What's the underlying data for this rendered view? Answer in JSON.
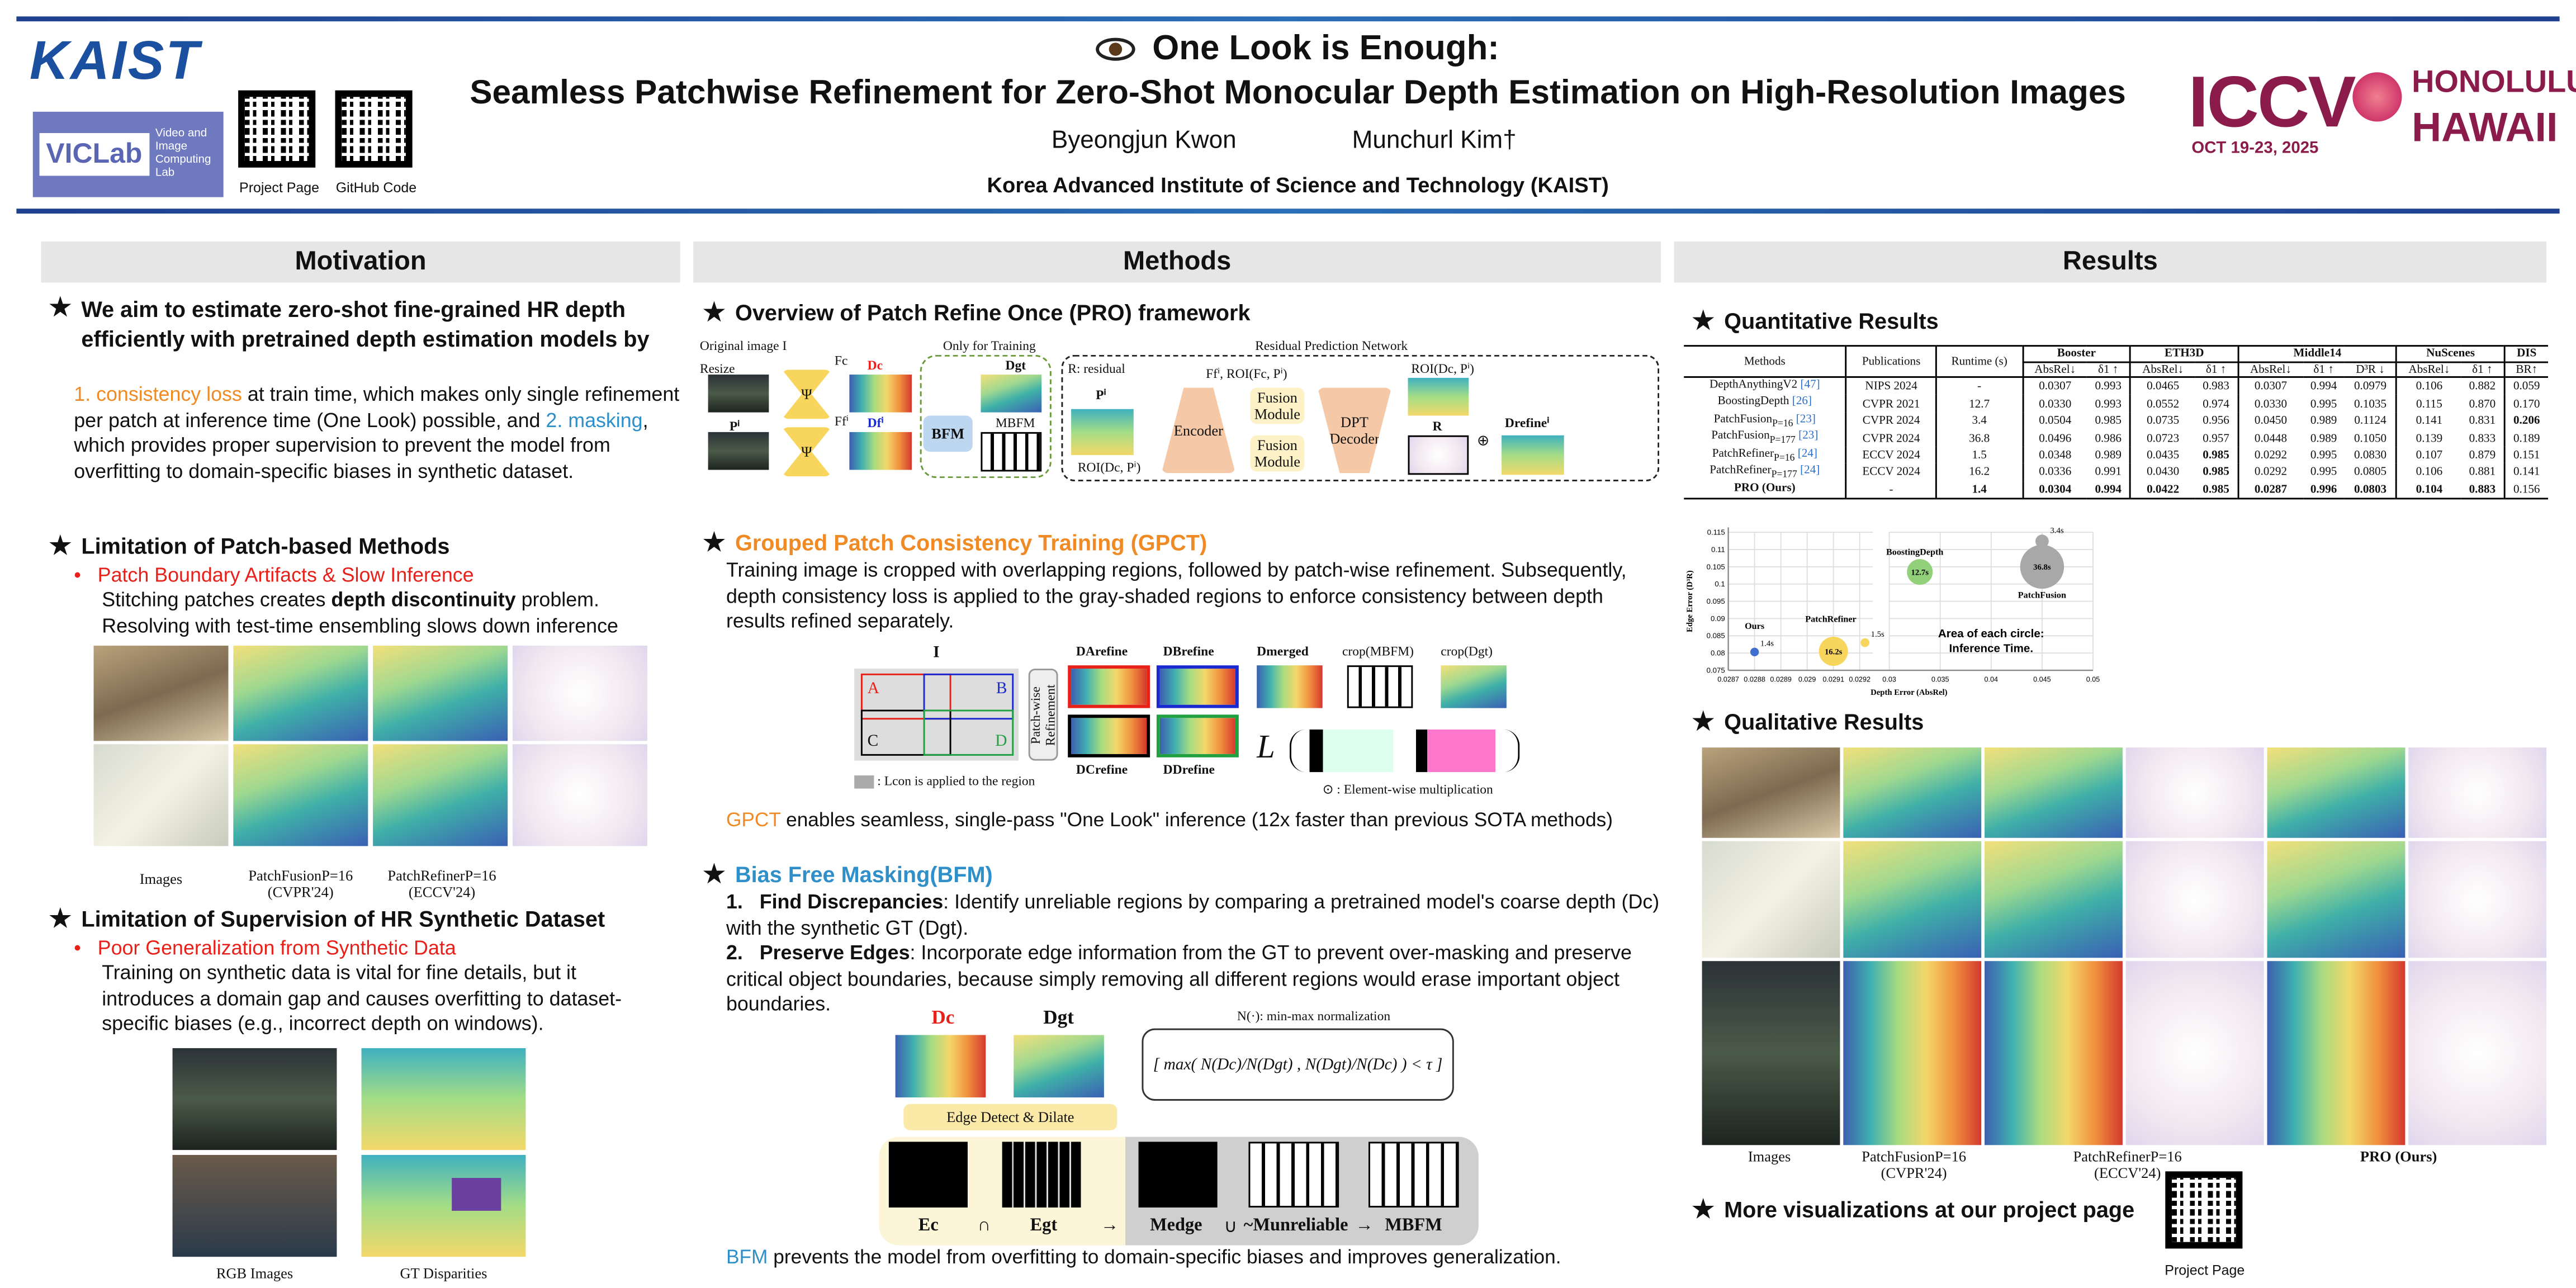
{
  "header": {
    "kaist_logo": "KAIST",
    "viclab_logo": "VICLab",
    "viclab_sub": "Video and Image Computing Lab",
    "qr_project_label": "Project Page",
    "qr_github_label": "GitHub Code",
    "title_line1": "One Look is Enough:",
    "title_line2": "Seamless Patchwise Refinement for Zero-Shot Monocular Depth Estimation on High-Resolution Images",
    "authors": [
      "Byeongjun Kwon",
      "Munchurl Kim†"
    ],
    "affiliation": "Korea Advanced Institute of Science and Technology (KAIST)",
    "conf_logo": "ICCV",
    "conf_dates": "OCT 19-23, 2025",
    "conf_place1": "HONOLULU",
    "conf_place2": "HAWAII",
    "title_icon": "eye-icon"
  },
  "colors": {
    "accent_blue": "#1f3f8f",
    "orange": "#f08a24",
    "red": "#e8201a",
    "cyan": "#2f8fc8",
    "iccv": "#8a1b4a"
  },
  "motivation": {
    "title": "Motivation",
    "intro": "We aim to estimate zero-shot fine-grained HR depth efficiently with pretrained depth estimation models by",
    "point1_key": "1. consistency loss",
    "point1_rest": " at train time, which makes only single refinement per patch at inference time (One Look) possible, and ",
    "point2_key": "2. masking",
    "point2_rest": ", which provides proper supervision to prevent the model from overfitting to domain-specific biases in synthetic dataset.",
    "lim1_title": "Limitation of Patch-based Methods",
    "lim1_bullet": "Patch Boundary Artifacts & Slow Inference",
    "lim1_text_a": "Stitching patches creates ",
    "lim1_text_bold": "depth discontinuity",
    "lim1_text_b": " problem. Resolving with test-time ensembling slows down inference",
    "lim1_captions": [
      "Images",
      "PatchFusionP=16 (CVPR'24)",
      "PatchRefinerP=16 (ECCV'24)"
    ],
    "lim2_title": "Limitation of Supervision of HR Synthetic Dataset",
    "lim2_bullet": "Poor Generalization from Synthetic Data",
    "lim2_text": "Training on synthetic data is vital for fine details, but it introduces a domain gap and causes overfitting to dataset-specific biases (e.g., incorrect depth on windows).",
    "lim2_captions": [
      "RGB Images",
      "GT Disparities"
    ]
  },
  "methods": {
    "title": "Methods",
    "overview_title": "Overview of Patch Refine Once (PRO) framework",
    "overview_labels": {
      "orig": "Original image I",
      "resize": "Resize",
      "pi": "Pⁱ",
      "psi": "Ψ",
      "fc": "Fc",
      "ff": "Ffⁱ",
      "dc": "Dc",
      "df": "Dfⁱ",
      "only_training": "Only for Training",
      "dgt": "Dgt",
      "bfm": "BFM",
      "mbfm": "MBFM",
      "rpn": "Residual Prediction Network",
      "residual": "R: residual",
      "fi_roi": "Ffⁱ, ROI(Fc, Pⁱ)",
      "encoder": "Encoder",
      "fusion": "Fusion Module",
      "dpt": "DPT Decoder",
      "roi_dc": "ROI(Dc, Pⁱ)",
      "r": "R",
      "drefine": "Drefineⁱ",
      "roi_dc2": "ROI(Dc, Pⁱ)"
    },
    "gpct_title": "Grouped Patch Consistency Training (GPCT)",
    "gpct_text": "Training image is cropped with overlapping regions, followed by patch-wise refinement. Subsequently, depth consistency loss is applied to the gray-shaded regions to enforce consistency between depth results refined separately.",
    "gpct_labels": {
      "i": "I",
      "a": "A",
      "b": "B",
      "c": "C",
      "d": "D",
      "pw": "Patch-wise Refinement",
      "dA": "DArefine",
      "dB": "DBrefine",
      "dC": "DCrefine",
      "dD": "DDrefine",
      "merged": "Dmerged",
      "crop_m": "crop(MBFM)",
      "crop_g": "crop(Dgt)",
      "lcon": ": Lcon is applied to the region",
      "ew": "⊙ : Element-wise multiplication",
      "L": "L"
    },
    "gpct_summary_key": "GPCT",
    "gpct_summary": " enables seamless, single-pass \"One Look\" inference (12x faster than previous SOTA methods)",
    "bfm_title": "Bias Free Masking(BFM)",
    "bfm_items": [
      {
        "num": "1.",
        "key": "Find Discrepancies",
        "text": ":  Identify unreliable regions by comparing a pretrained model's coarse depth (Dc) with the synthetic GT (Dgt)."
      },
      {
        "num": "2.",
        "key": "Preserve Edges",
        "text": ":  Incorporate edge information from the GT to prevent over-masking and preserve critical object boundaries, because simply removing all different regions would erase important object boundaries."
      }
    ],
    "bfm_labels": {
      "dc": "Dc",
      "dgt": "Dgt",
      "norm": "N(·): min-max normalization",
      "formula": "[ max( N(Dc)/N(Dgt) , N(Dgt)/N(Dc) ) < τ ]",
      "edge": "Edge Detect & Dilate",
      "ec": "Ec",
      "egt": "Egt",
      "medge": "Medge",
      "munrel": "~Munreliable",
      "mbfm": "MBFM",
      "cap": "∩",
      "arrow": "→",
      "cup": "∪",
      "arrow2": "→"
    },
    "bfm_summary_key": "BFM",
    "bfm_summary": " prevents the model from overfitting to domain-specific biases and improves generalization."
  },
  "results": {
    "title": "Results",
    "quant_title": "Quantitative Results",
    "table": {
      "col_methods": "Methods",
      "col_pub": "Publications",
      "col_runtime": "Runtime (s)",
      "groups": [
        {
          "name": "Booster",
          "span": 2
        },
        {
          "name": "ETH3D",
          "span": 2
        },
        {
          "name": "Middle14",
          "span": 3
        },
        {
          "name": "NuScenes",
          "span": 2
        },
        {
          "name": "DIS",
          "span": 1
        }
      ],
      "metrics": [
        "AbsRel↓",
        "δ1 ↑",
        "AbsRel↓",
        "δ1 ↑",
        "AbsRel↓",
        "δ1 ↑",
        "D³R ↓",
        "AbsRel↓",
        "δ1 ↑",
        "BR↑"
      ],
      "rows": [
        {
          "method": "DepthAnythingV2",
          "sub": "",
          "cite": "[47]",
          "pub": "NIPS 2024",
          "runtime": "-",
          "vals": [
            "0.0307",
            "0.993",
            "0.0465",
            "0.983",
            "0.0307",
            "0.994",
            "0.0979",
            "0.106",
            "0.882",
            "0.059"
          ],
          "bold": []
        },
        {
          "method": "BoostingDepth",
          "sub": "",
          "cite": "[26]",
          "pub": "CVPR 2021",
          "runtime": "12.7",
          "vals": [
            "0.0330",
            "0.993",
            "0.0552",
            "0.974",
            "0.0330",
            "0.995",
            "0.1035",
            "0.115",
            "0.870",
            "0.170"
          ],
          "bold": []
        },
        {
          "method": "PatchFusion",
          "sub": "P=16",
          "cite": "[23]",
          "pub": "CVPR 2024",
          "runtime": "3.4",
          "vals": [
            "0.0504",
            "0.985",
            "0.0735",
            "0.956",
            "0.0450",
            "0.989",
            "0.1124",
            "0.141",
            "0.831",
            "0.206"
          ],
          "bold": [
            9
          ]
        },
        {
          "method": "PatchFusion",
          "sub": "P=177",
          "cite": "[23]",
          "pub": "CVPR 2024",
          "runtime": "36.8",
          "vals": [
            "0.0496",
            "0.986",
            "0.0723",
            "0.957",
            "0.0448",
            "0.989",
            "0.1050",
            "0.139",
            "0.833",
            "0.189"
          ],
          "bold": []
        },
        {
          "method": "PatchRefiner",
          "sub": "P=16",
          "cite": "[24]",
          "pub": "ECCV 2024",
          "runtime": "1.5",
          "vals": [
            "0.0348",
            "0.989",
            "0.0435",
            "0.985",
            "0.0292",
            "0.995",
            "0.0830",
            "0.107",
            "0.879",
            "0.151"
          ],
          "bold": [
            3
          ]
        },
        {
          "method": "PatchRefiner",
          "sub": "P=177",
          "cite": "[24]",
          "pub": "ECCV 2024",
          "runtime": "16.2",
          "vals": [
            "0.0336",
            "0.991",
            "0.0430",
            "0.985",
            "0.0292",
            "0.995",
            "0.0805",
            "0.106",
            "0.881",
            "0.141"
          ],
          "bold": [
            3
          ]
        },
        {
          "method": "PRO (Ours)",
          "sub": "",
          "cite": "",
          "pub": "-",
          "runtime": "1.4",
          "vals": [
            "0.0304",
            "0.994",
            "0.0422",
            "0.985",
            "0.0287",
            "0.996",
            "0.0803",
            "0.104",
            "0.883",
            "0.156"
          ],
          "bold": [
            0,
            1,
            2,
            3,
            4,
            5,
            6,
            7,
            8
          ],
          "rowbold": true
        }
      ]
    },
    "qual_title": "Qualitative Results",
    "qual_captions": [
      "Images",
      "PatchFusionP=16 (CVPR'24)",
      "PatchRefinerP=16 (ECCV'24)",
      "PRO (Ours)"
    ],
    "more_title": "More visualizations at our project page",
    "qr_label": "Project Page"
  },
  "chart_data": {
    "type": "scatter",
    "subtype": "bubble",
    "xlabel": "Depth Error (AbsRel)",
    "ylabel": "Edge Error (D³R)",
    "ylim": [
      0.075,
      0.115
    ],
    "yticks": [
      "0.075",
      "0.08",
      "0.085",
      "0.09",
      "0.095",
      "0.1",
      "0.105",
      "0.11",
      "0.115"
    ],
    "x_broken_axis": [
      [
        0.0287,
        0.02925
      ],
      [
        0.03,
        0.05
      ]
    ],
    "xticks_left": [
      "0.0287",
      "0.0288",
      "0.0289",
      "0.029",
      "0.0291",
      "0.0292"
    ],
    "xticks_right": [
      "0.03",
      "0.035",
      "0.04",
      "0.045",
      "0.05"
    ],
    "annotation": "Area of each circle: Inference Time.",
    "points": [
      {
        "name": "Ours",
        "x": 0.0288,
        "y": 0.0803,
        "time": 1.4,
        "label": "1.4s",
        "color": "#3f6fcf"
      },
      {
        "name": "PatchRefiner",
        "x": 0.0291,
        "y": 0.0805,
        "time": 16.2,
        "label": "16.2s",
        "color": "#f8d55c"
      },
      {
        "name": "",
        "x": 0.02922,
        "y": 0.083,
        "time": 1.5,
        "label": "1.5s",
        "color": "#f8d55c"
      },
      {
        "name": "BoostingDepth",
        "x": 0.033,
        "y": 0.1035,
        "time": 12.7,
        "label": "12.7s",
        "color": "#92d07a"
      },
      {
        "name": "PatchFusion",
        "x": 0.045,
        "y": 0.105,
        "time": 36.8,
        "label": "36.8s",
        "color": "#a8a8a8"
      },
      {
        "name": "",
        "x": 0.045,
        "y": 0.1124,
        "time": 3.4,
        "label": "3.4s",
        "color": "#a8a8a8"
      }
    ]
  }
}
